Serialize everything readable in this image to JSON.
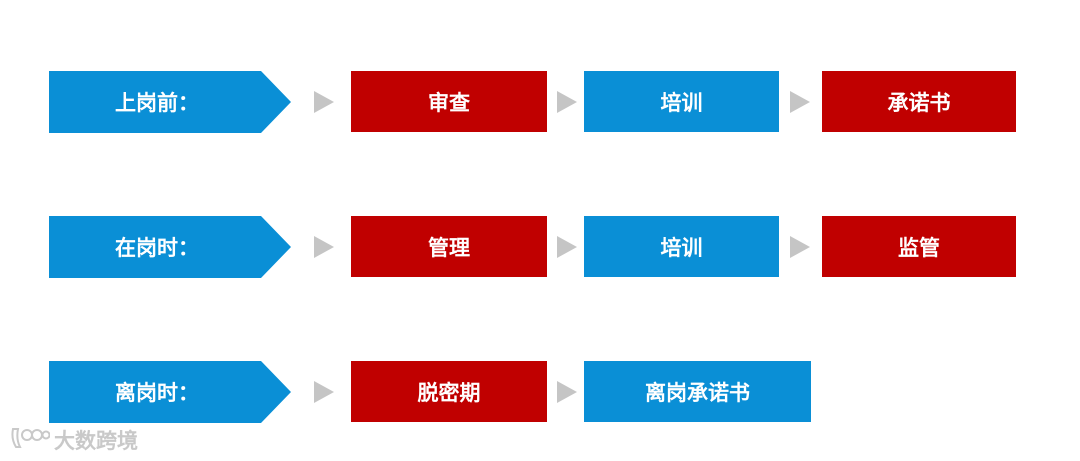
{
  "rows": [
    {
      "stage": "上岗前：",
      "steps": [
        {
          "label": "审查",
          "color": "red"
        },
        {
          "label": "培训",
          "color": "blue"
        },
        {
          "label": "承诺书",
          "color": "red"
        }
      ]
    },
    {
      "stage": "在岗时：",
      "steps": [
        {
          "label": "管理",
          "color": "red"
        },
        {
          "label": "培训",
          "color": "blue"
        },
        {
          "label": "监管",
          "color": "red"
        }
      ]
    },
    {
      "stage": "离岗时：",
      "steps": [
        {
          "label": "脱密期",
          "color": "red"
        },
        {
          "label": "离岗承诺书",
          "color": "blue"
        }
      ]
    }
  ],
  "colors": {
    "blue": "#0a8fd6",
    "red": "#c00000",
    "arrow": "#c5c5c5"
  },
  "watermark": {
    "text": "大数跨境",
    "icon": "brand-logo-icon"
  }
}
